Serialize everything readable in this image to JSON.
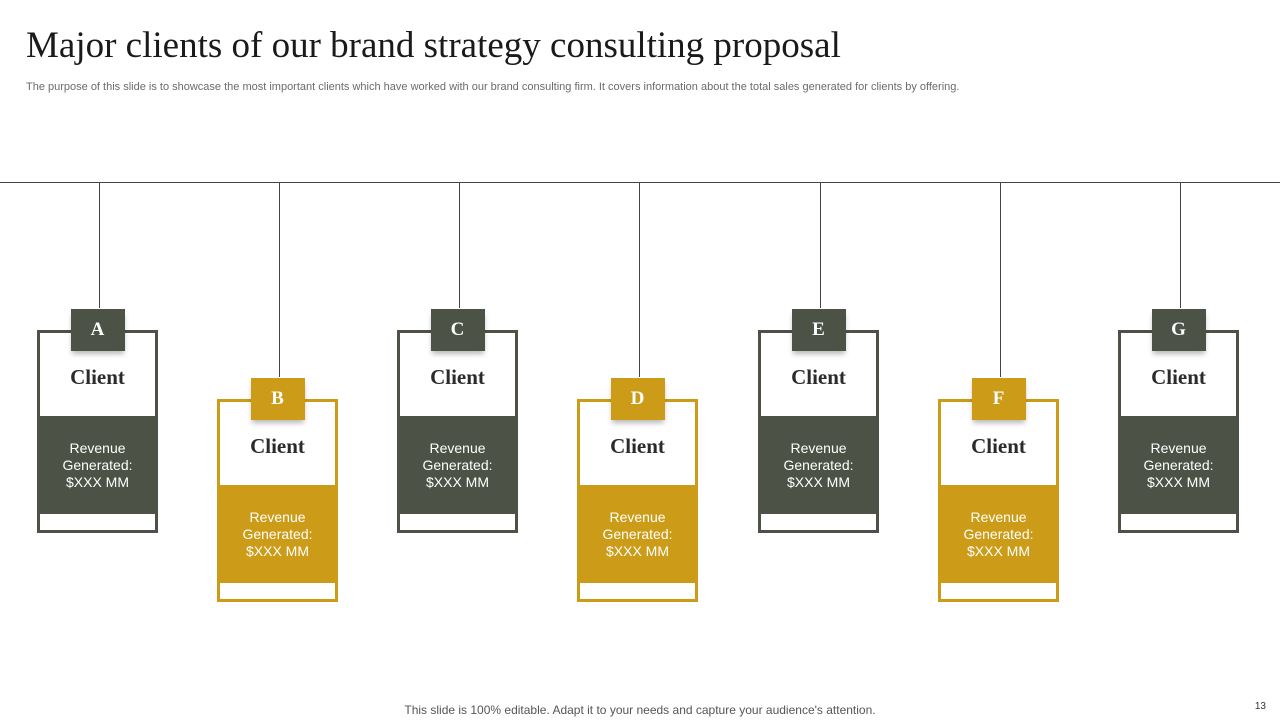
{
  "slide": {
    "title": "Major clients of our brand strategy consulting proposal",
    "subtitle": "The purpose of this slide is to showcase the most important clients which have worked with our brand consulting firm. It covers information about the total sales generated for clients by offering.",
    "footer": "This slide is 100% editable. Adapt it to your needs and capture your audience's attention.",
    "page_number": "13"
  },
  "colors": {
    "dark": "#4c5245",
    "gold": "#cc9b17"
  },
  "clients": [
    {
      "letter": "A",
      "name": "Client",
      "revenue": "Revenue Generated: $XXX  MM"
    },
    {
      "letter": "B",
      "name": "Client",
      "revenue": "Revenue Generated: $XXX  MM"
    },
    {
      "letter": "C",
      "name": "Client",
      "revenue": "Revenue Generated: $XXX  MM"
    },
    {
      "letter": "D",
      "name": "Client",
      "revenue": "Revenue Generated: $XXX  MM"
    },
    {
      "letter": "E",
      "name": "Client",
      "revenue": "Revenue Generated: $XXX  MM"
    },
    {
      "letter": "F",
      "name": "Client",
      "revenue": "Revenue Generated: $XXX  MM"
    },
    {
      "letter": "G",
      "name": "Client",
      "revenue": "Revenue Generated: $XXX  MM"
    }
  ]
}
